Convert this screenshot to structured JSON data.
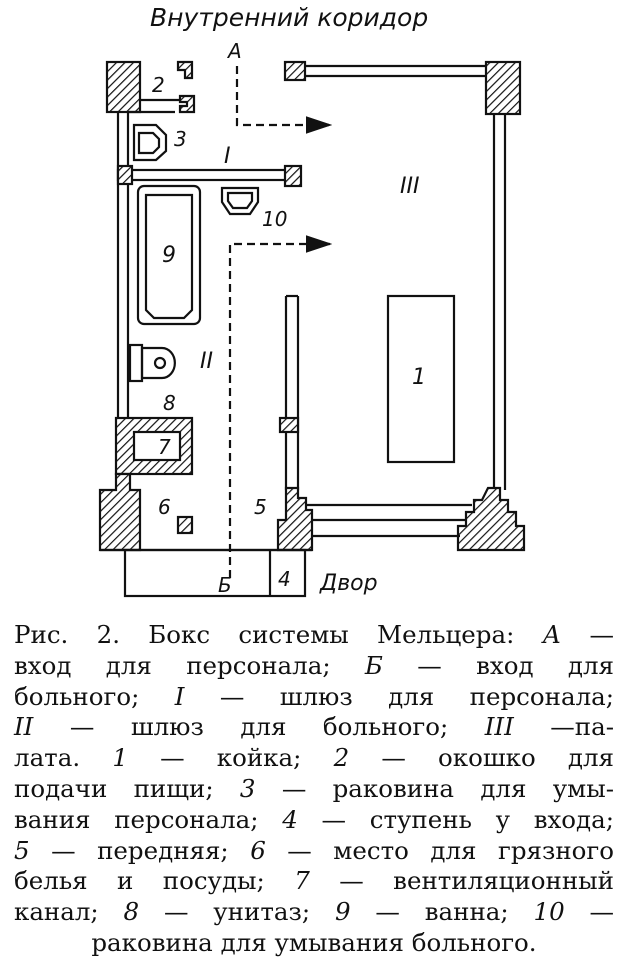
{
  "figure": {
    "title": "Внутренний коридор",
    "labels": {
      "entry_staff": "А",
      "entry_patient": "Б",
      "lock_staff": "I",
      "lock_patient": "II",
      "ward": "III",
      "bed": "1",
      "food_window": "2",
      "sink_staff": "3",
      "step": "4",
      "anteroom": "5",
      "dirty_linen": "6",
      "vent": "7",
      "toilet": "8",
      "bath": "9",
      "sink_patient": "10",
      "yard": "Двор"
    }
  },
  "caption": {
    "lines": [
      [
        {
          "t": "Рис. 2. Бокс системы Мельцера: "
        },
        {
          "t": "А",
          "i": 1
        },
        {
          "t": " —"
        }
      ],
      [
        {
          "t": "вход для персонала; "
        },
        {
          "t": "Б",
          "i": 1
        },
        {
          "t": " — вход для"
        }
      ],
      [
        {
          "t": "больного; "
        },
        {
          "t": "I",
          "i": 1
        },
        {
          "t": " — шлюз для персонала;"
        }
      ],
      [
        {
          "t": "II",
          "i": 1
        },
        {
          "t": " — шлюз для больного; "
        },
        {
          "t": "III",
          "i": 1
        },
        {
          "t": " —па-"
        }
      ],
      [
        {
          "t": "лата. "
        },
        {
          "t": "1",
          "i": 1
        },
        {
          "t": " — койка; "
        },
        {
          "t": "2",
          "i": 1
        },
        {
          "t": " — окошко для"
        }
      ],
      [
        {
          "t": "подачи пищи; "
        },
        {
          "t": "3",
          "i": 1
        },
        {
          "t": " — раковина для умы-"
        }
      ],
      [
        {
          "t": "вания персонала; "
        },
        {
          "t": "4",
          "i": 1
        },
        {
          "t": " — ступень у входа;"
        }
      ],
      [
        {
          "t": "5",
          "i": 1
        },
        {
          "t": " — передняя; "
        },
        {
          "t": "6",
          "i": 1
        },
        {
          "t": " — место для грязного"
        }
      ],
      [
        {
          "t": "белья и посуды; "
        },
        {
          "t": "7",
          "i": 1
        },
        {
          "t": " — вентиляционный"
        }
      ],
      [
        {
          "t": "канал; "
        },
        {
          "t": "8",
          "i": 1
        },
        {
          "t": " — унитаз; "
        },
        {
          "t": "9",
          "i": 1
        },
        {
          "t": " — ванна; "
        },
        {
          "t": "10",
          "i": 1
        },
        {
          "t": " —"
        }
      ],
      [
        {
          "t": "раковина для умывания больного."
        }
      ]
    ]
  }
}
